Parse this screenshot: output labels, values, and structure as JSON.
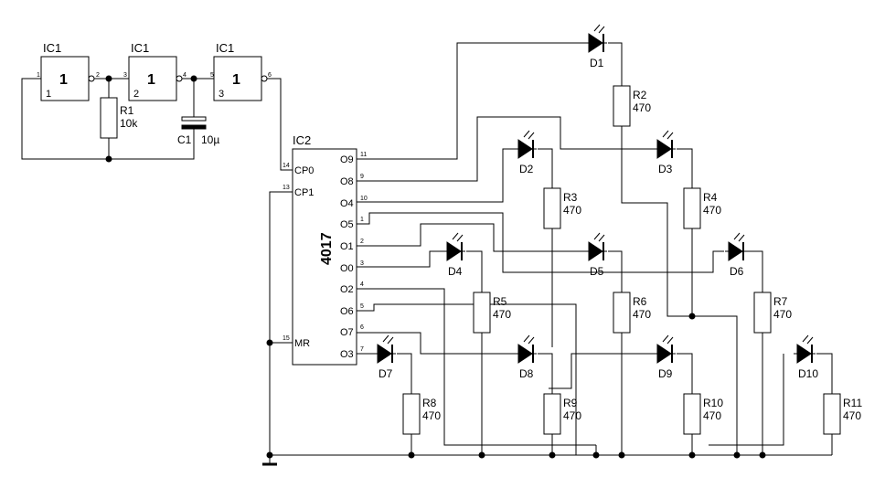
{
  "gates": [
    {
      "ref": "IC1",
      "symbol": "1",
      "in_pin": "1",
      "out_pin": "2",
      "unit": "1"
    },
    {
      "ref": "IC1",
      "symbol": "1",
      "in_pin": "3",
      "out_pin": "4",
      "unit": "2"
    },
    {
      "ref": "IC1",
      "symbol": "1",
      "in_pin": "5",
      "out_pin": "6",
      "unit": "3"
    }
  ],
  "r1": {
    "ref": "R1",
    "value": "10k"
  },
  "c1": {
    "ref": "C1",
    "value": "10µ"
  },
  "ic2": {
    "ref": "IC2",
    "part": "4017",
    "left_pins": [
      {
        "num": "14",
        "name": "CP0"
      },
      {
        "num": "13",
        "name": "CP1"
      },
      {
        "num": "15",
        "name": "MR"
      }
    ],
    "right_pins": [
      {
        "num": "11",
        "name": "O9"
      },
      {
        "num": "9",
        "name": "O8"
      },
      {
        "num": "10",
        "name": "O4"
      },
      {
        "num": "1",
        "name": "O5"
      },
      {
        "num": "2",
        "name": "O1"
      },
      {
        "num": "3",
        "name": "O0"
      },
      {
        "num": "4",
        "name": "O2"
      },
      {
        "num": "5",
        "name": "O6"
      },
      {
        "num": "6",
        "name": "O7"
      },
      {
        "num": "7",
        "name": "O3"
      }
    ]
  },
  "leds": [
    "D1",
    "D2",
    "D3",
    "D4",
    "D5",
    "D6",
    "D7",
    "D8",
    "D9",
    "D10"
  ],
  "resistors": [
    {
      "ref": "R2",
      "value": "470"
    },
    {
      "ref": "R3",
      "value": "470"
    },
    {
      "ref": "R4",
      "value": "470"
    },
    {
      "ref": "R5",
      "value": "470"
    },
    {
      "ref": "R6",
      "value": "470"
    },
    {
      "ref": "R7",
      "value": "470"
    },
    {
      "ref": "R8",
      "value": "470"
    },
    {
      "ref": "R9",
      "value": "470"
    },
    {
      "ref": "R10",
      "value": "470"
    },
    {
      "ref": "R11",
      "value": "470"
    }
  ]
}
